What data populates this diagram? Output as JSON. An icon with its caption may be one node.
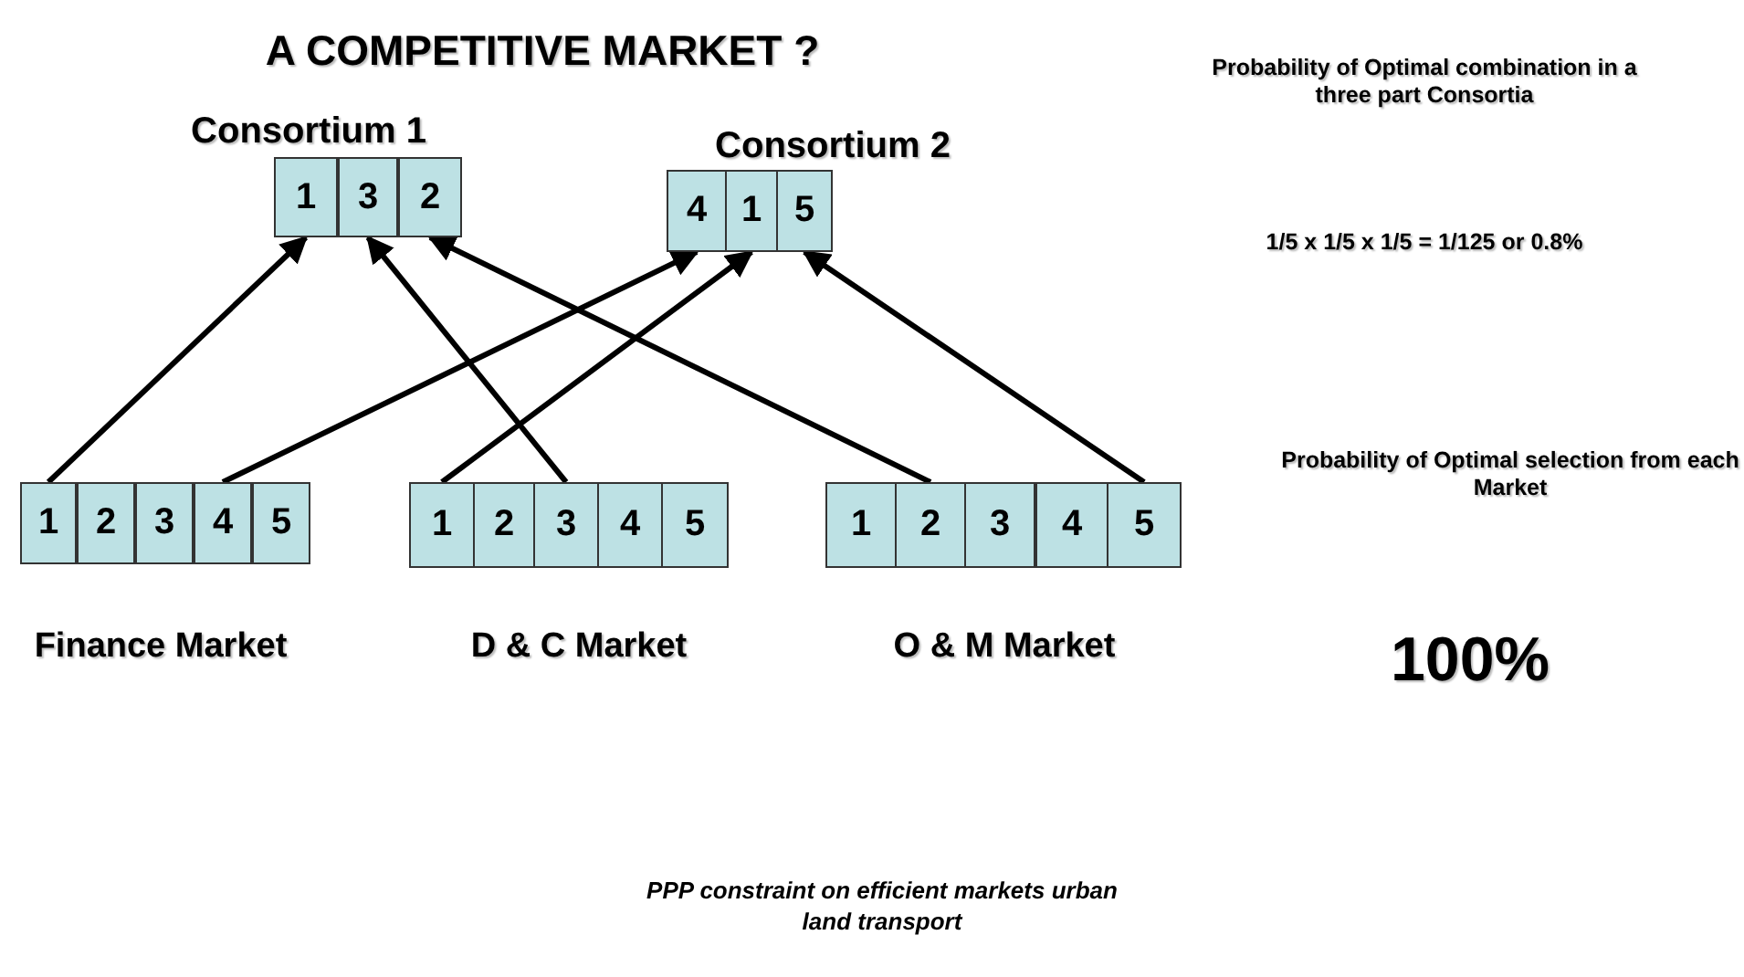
{
  "diagram": {
    "title": "A COMPETITIVE MARKET ?",
    "nodes": [
      {
        "text": [
          "1"
        ]
      },
      {
        "text": [
          "3"
        ]
      },
      {
        "text": [
          "2"
        ]
      },
      {
        "text": [
          "4"
        ]
      },
      {
        "text": [
          "1"
        ]
      },
      {
        "text": [
          "5"
        ]
      },
      {
        "text": [
          "1"
        ]
      },
      {
        "text": [
          "2"
        ]
      },
      {
        "text": [
          "3"
        ]
      },
      {
        "text": [
          "4"
        ]
      },
      {
        "text": [
          "5"
        ]
      },
      {
        "text": [
          "1"
        ]
      },
      {
        "text": [
          "2"
        ]
      },
      {
        "text": [
          "3"
        ]
      },
      {
        "text": [
          "4"
        ]
      },
      {
        "text": [
          "5"
        ]
      },
      {
        "text": [
          "1"
        ]
      },
      {
        "text": [
          "2"
        ]
      },
      {
        "text": [
          "3"
        ]
      },
      {
        "text": [
          "4"
        ]
      },
      {
        "text": [
          "5"
        ]
      }
    ],
    "edges": [
      {
        "from": 6,
        "to": 0,
        "arrow": "to"
      },
      {
        "from": 9,
        "to": 3,
        "arrow": "to"
      },
      {
        "from": 13,
        "to": 1,
        "arrow": "to"
      },
      {
        "from": 11,
        "to": 4,
        "arrow": "to"
      },
      {
        "from": 17,
        "to": 2,
        "arrow": "to"
      },
      {
        "from": 20,
        "to": 5,
        "arrow": "to"
      }
    ],
    "labels": [
      "Consortium 1",
      "Consortium 2",
      "Probability of Optimal combination in a three part Consortia",
      "1/5 x 1/5 x 1/5 = 1/125 or 0.8%",
      "Probability of Optimal selection from each Market",
      "Finance Market",
      "D & C Market",
      "O & M Market",
      "100%"
    ],
    "caption": "PPP constraint on efficient markets urban land transport"
  }
}
